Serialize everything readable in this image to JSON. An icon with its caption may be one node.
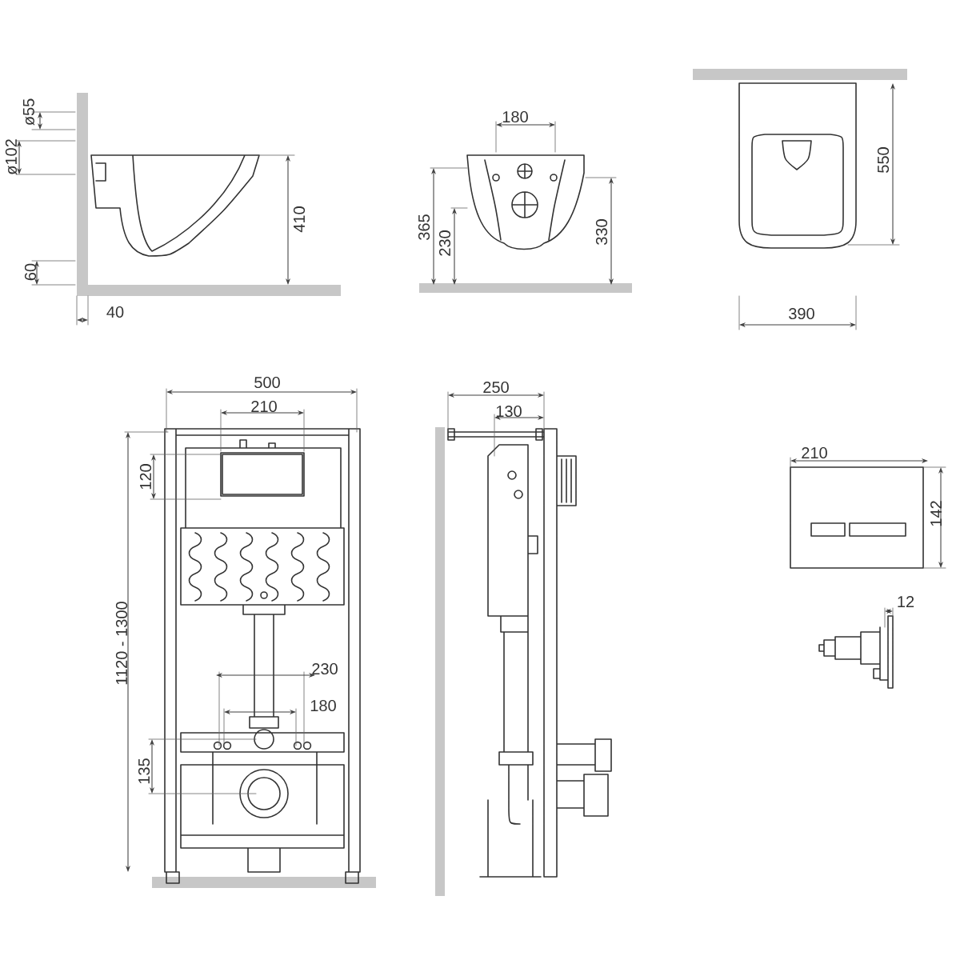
{
  "diagram": {
    "labels": [
      "ø55",
      "ø102",
      "60",
      "40",
      "410",
      "180",
      "365",
      "230",
      "330",
      "550",
      "390",
      "500",
      "210",
      "120",
      "1120 - 1300",
      "230",
      "180",
      "135",
      "250",
      "130",
      "210",
      "142",
      "12"
    ]
  }
}
